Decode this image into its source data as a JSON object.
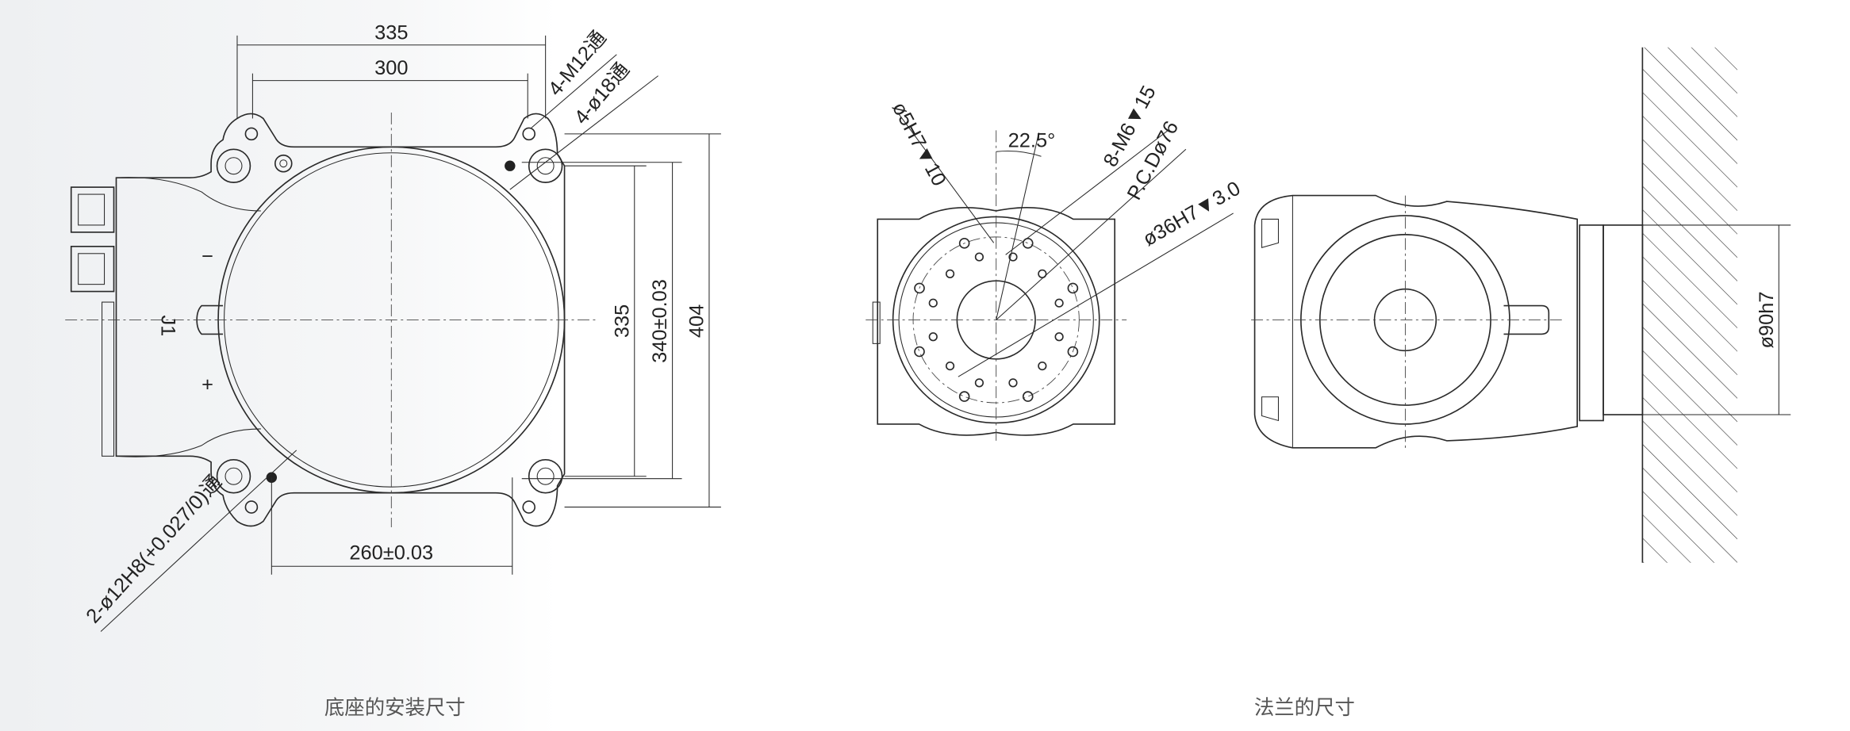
{
  "base_drawing": {
    "caption": "底座的安装尺寸",
    "dims": {
      "width_outer": "335",
      "width_inner": "300",
      "height_inner": "335",
      "height_pin": "340±0.03",
      "height_outer": "404",
      "pin_spacing": "260±0.03"
    },
    "callouts": {
      "thread_holes": "4-M12通",
      "through_holes": "4-ø18通",
      "pin_holes": "2-ø12H8(+0.027/0)通"
    },
    "axis_label": "J1",
    "direction_minus": "−",
    "direction_plus": "+"
  },
  "flange_drawing": {
    "caption": "法兰的尺寸",
    "dims": {
      "pin_hole": "ø5H7▼10",
      "angle": "22.5°",
      "thread_holes": "8-M6▼15",
      "pcd": "P.C.Dø76",
      "spigot": "ø36H7▼3.0",
      "flange_diameter": "ø90h7"
    }
  },
  "colors": {
    "line": "#2a2a2a",
    "caption": "#555555",
    "panel_bg": "#f2f3f5"
  }
}
